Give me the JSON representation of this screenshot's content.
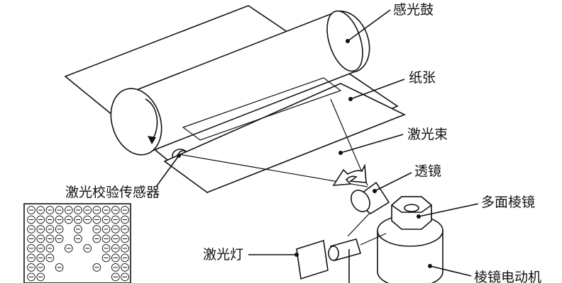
{
  "labels": {
    "drum": "感光鼓",
    "paper": "纸张",
    "laser_beam": "激光束",
    "lens": "透镜",
    "polygon_mirror": "多面棱镜",
    "laser_sensor": "激光校验传感器",
    "laser_lamp": "激光灯",
    "mirror_motor": "棱镜电动机"
  },
  "icons": {
    "rotation_arrow": "curved-arrow-icon",
    "swing_arrow": "double-arrow-icon",
    "charge_symbol": "minus-sign"
  }
}
